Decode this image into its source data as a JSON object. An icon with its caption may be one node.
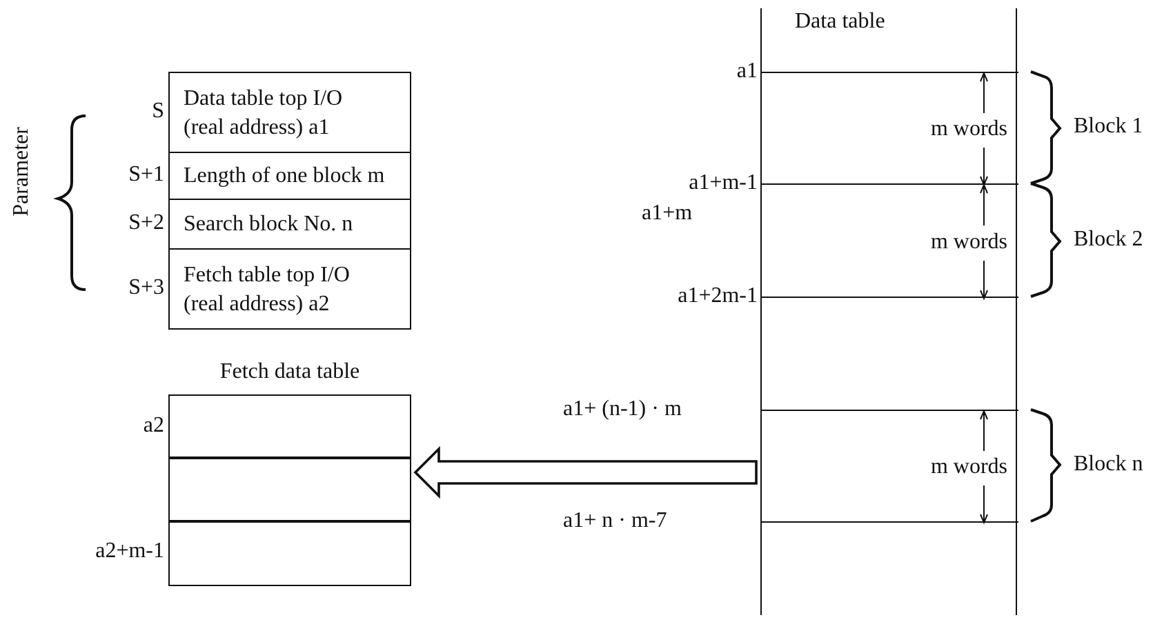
{
  "diagram": {
    "nodes": [
      {
        "text": [
          "Data table top I/O (real address) a1"
        ],
        "beside": [
          "S"
        ]
      },
      {
        "text": [
          "Length of one block m"
        ],
        "beside": [
          "S+1"
        ]
      },
      {
        "text": [
          "Search block No. n"
        ],
        "beside": [
          "S+2"
        ]
      },
      {
        "text": [
          "Fetch table top I/O (real address) a2"
        ],
        "beside": [
          "S+3"
        ]
      },
      {
        "text": [
          "Fetch data table"
        ]
      },
      {
        "text": [],
        "shape": "box",
        "in": 4,
        "beside": [
          "a2"
        ]
      },
      {
        "text": [],
        "shape": "box",
        "in": 4
      },
      {
        "text": [],
        "shape": "box",
        "in": 4,
        "beside": [
          "a2+m-1"
        ]
      },
      {
        "text": [
          "Data table"
        ]
      },
      {
        "text": [
          "m words"
        ],
        "in": 8
      },
      {
        "text": [
          "m words"
        ],
        "in": 8
      },
      {
        "text": [
          "m words"
        ],
        "in": 8
      }
    ],
    "edges": [
      {
        "from": 8,
        "to": 4,
        "arrow": "to"
      }
    ],
    "labels": [
      "Parameter",
      "a1",
      "Block 1",
      "a1+m-1",
      "a1+m",
      "Block 2",
      "a1+2m-1",
      "a1+ (n-1) · m",
      "Block n",
      "a1+ n · m-7"
    ]
  }
}
